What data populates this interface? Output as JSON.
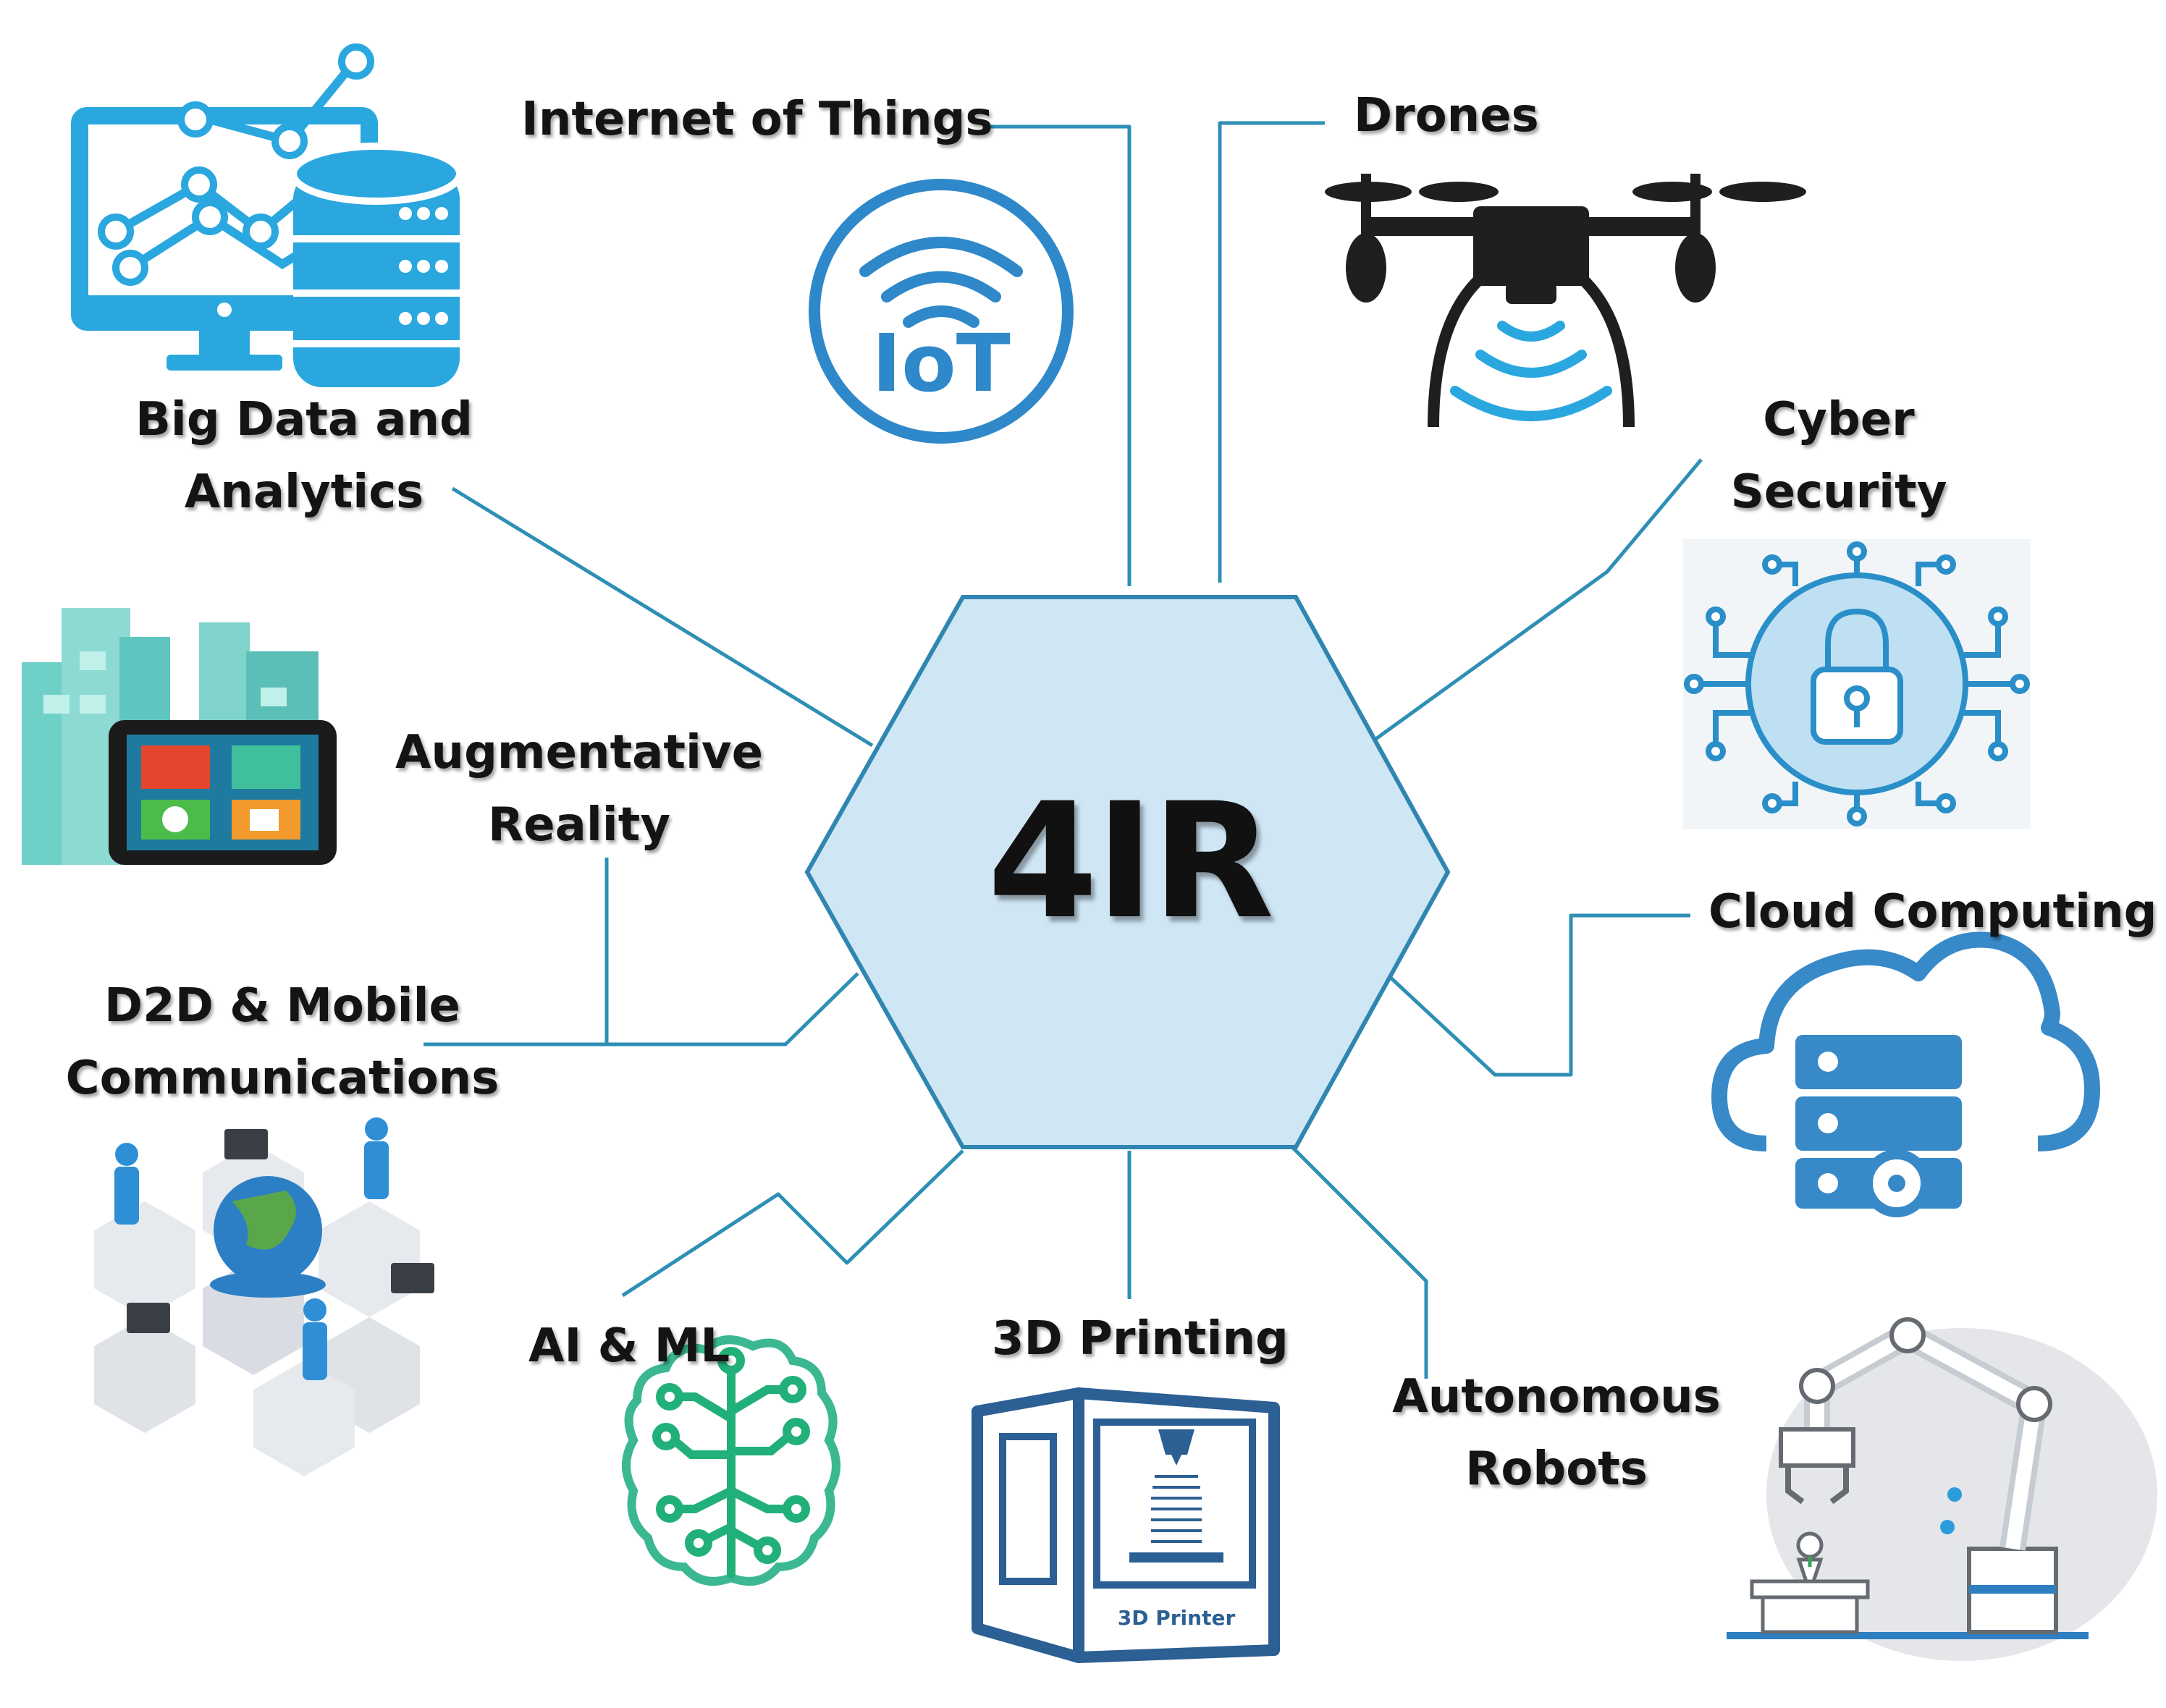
{
  "center": {
    "title": "4IR"
  },
  "labels": {
    "iot": "Internet of Things",
    "drones": "Drones",
    "big_data": [
      "Big Data and",
      "Analytics"
    ],
    "cyber": [
      "Cyber",
      "Security"
    ],
    "ar": [
      "Augmentative",
      "Reality"
    ],
    "cloud": "Cloud Computing",
    "d2d": [
      "D2D & Mobile",
      "Communications"
    ],
    "ai": "AI & ML",
    "printing": "3D Printing",
    "robots": [
      "Autonomous",
      "Robots"
    ]
  },
  "icon_text": {
    "iot": "IoT",
    "printer_caption": "3D Printer"
  },
  "icons": [
    "analytics-icon",
    "database-icon",
    "iot-wifi-icon",
    "drone-icon",
    "cyber-lock-icon",
    "smart-city-icon",
    "cloud-server-icon",
    "mobile-network-icon",
    "brain-circuit-icon",
    "3d-printer-icon",
    "robot-arm-icon"
  ],
  "colors": {
    "hex_fill": "#cfe6f5",
    "hex_stroke": "#2f86b1",
    "line": "#2e8fb5",
    "icon_blue": "#2aa7df",
    "drone_dark": "#1f1f1f",
    "brain_green": "#21b07a",
    "printer_blue": "#2c5f93",
    "robot_gray": "#9aa3ad"
  }
}
